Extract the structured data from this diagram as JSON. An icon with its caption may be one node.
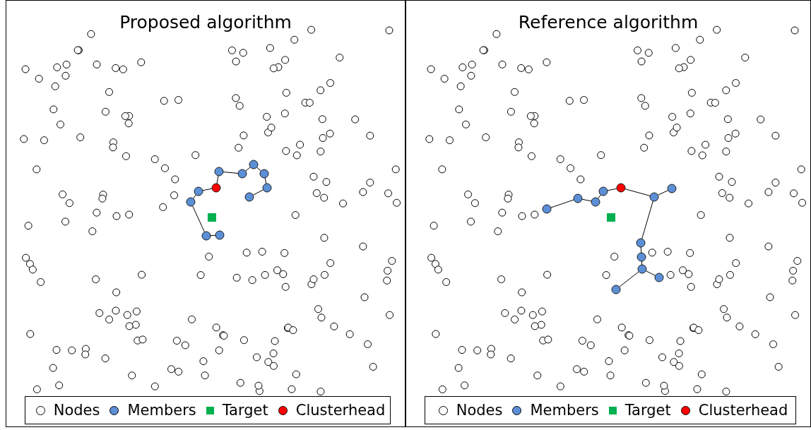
{
  "diagram": {
    "nodes": [
      {
        "text": [
          "Proposed algorithm"
        ]
      },
      {
        "text": [],
        "shape": "circle",
        "in": 0
      },
      {
        "text": [],
        "shape": "circle",
        "in": 0
      },
      {
        "text": [],
        "shape": "circle",
        "in": 0
      },
      {
        "text": [],
        "shape": "circle",
        "in": 0
      },
      {
        "text": [],
        "shape": "circle",
        "in": 0
      },
      {
        "text": [],
        "shape": "circle",
        "in": 0
      },
      {
        "text": [],
        "shape": "circle",
        "in": 0
      },
      {
        "text": [],
        "shape": "circle",
        "in": 0
      },
      {
        "text": [],
        "shape": "circle",
        "in": 0
      },
      {
        "text": [],
        "shape": "circle",
        "in": 0
      },
      {
        "text": [],
        "shape": "circle",
        "in": 0
      },
      {
        "text": [
          "Reference algorithm"
        ]
      },
      {
        "text": [],
        "shape": "circle",
        "in": 12
      },
      {
        "text": [],
        "shape": "circle",
        "in": 12
      },
      {
        "text": [],
        "shape": "circle",
        "in": 12
      },
      {
        "text": [],
        "shape": "circle",
        "in": 12
      },
      {
        "text": [],
        "shape": "circle",
        "in": 12
      },
      {
        "text": [],
        "shape": "circle",
        "in": 12
      },
      {
        "text": [],
        "shape": "circle",
        "in": 12
      },
      {
        "text": [],
        "shape": "circle",
        "in": 12
      },
      {
        "text": [],
        "shape": "circle",
        "in": 12
      },
      {
        "text": [],
        "shape": "circle",
        "in": 12
      },
      {
        "text": [],
        "shape": "circle",
        "in": 12
      },
      {
        "text": [],
        "shape": "circle",
        "in": 12
      }
    ],
    "edges": [
      {
        "from": 1,
        "to": 2,
        "arrow": "none"
      },
      {
        "from": 2,
        "to": 3,
        "arrow": "none"
      },
      {
        "from": 3,
        "to": 4,
        "arrow": "none"
      },
      {
        "from": 4,
        "to": 5,
        "arrow": "none"
      },
      {
        "from": 5,
        "to": 6,
        "arrow": "none"
      },
      {
        "from": 6,
        "to": 7,
        "arrow": "none"
      },
      {
        "from": 1,
        "to": 8,
        "arrow": "none"
      },
      {
        "from": 8,
        "to": 9,
        "arrow": "none"
      },
      {
        "from": 9,
        "to": 10,
        "arrow": "none"
      },
      {
        "from": 10,
        "to": 11,
        "arrow": "none"
      },
      {
        "from": 13,
        "to": 14,
        "arrow": "none"
      },
      {
        "from": 14,
        "to": 15,
        "arrow": "none"
      },
      {
        "from": 15,
        "to": 16,
        "arrow": "none"
      },
      {
        "from": 16,
        "to": 17,
        "arrow": "none"
      },
      {
        "from": 13,
        "to": 18,
        "arrow": "none"
      },
      {
        "from": 18,
        "to": 19,
        "arrow": "none"
      },
      {
        "from": 18,
        "to": 20,
        "arrow": "none"
      },
      {
        "from": 20,
        "to": 21,
        "arrow": "none"
      },
      {
        "from": 21,
        "to": 22,
        "arrow": "none"
      },
      {
        "from": 22,
        "to": 23,
        "arrow": "none"
      },
      {
        "from": 22,
        "to": 24,
        "arrow": "none"
      }
    ],
    "legend": [
      {
        "text": "Nodes",
        "color": "#ffffff"
      },
      {
        "text": "Members",
        "color": "#5b8fd6"
      },
      {
        "text": "Target",
        "color": "#00b050"
      },
      {
        "text": "Clusterhead",
        "color": "#ff0000"
      },
      {
        "text": "Nodes",
        "color": "#ffffff"
      },
      {
        "text": "Members",
        "color": "#5b8fd6"
      },
      {
        "text": "Target",
        "color": "#00b050"
      },
      {
        "text": "Clusterhead",
        "color": "#ff0000"
      }
    ]
  }
}
